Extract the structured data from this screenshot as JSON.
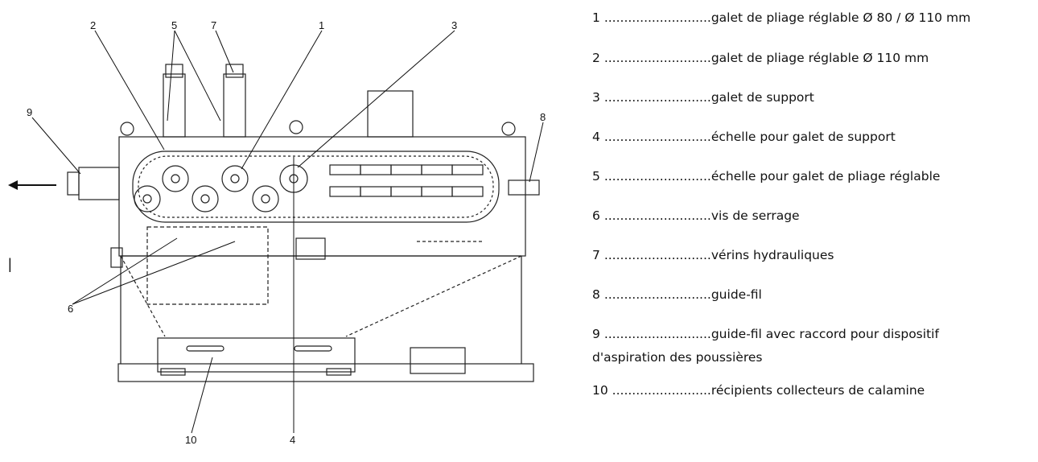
{
  "diagram": {
    "callouts": [
      "2",
      "5",
      "7",
      "1",
      "3",
      "9",
      "8",
      "6",
      "10",
      "4"
    ],
    "side_mark": "|"
  },
  "legend": [
    {
      "num": "1",
      "dots": "...........................",
      "label": "galet de pliage réglable Ø 80 / Ø 110 mm"
    },
    {
      "num": "2",
      "dots": "...........................",
      "label": "galet de pliage réglable Ø 110 mm"
    },
    {
      "num": "3",
      "dots": "...........................",
      "label": "galet de support"
    },
    {
      "num": "4",
      "dots": "...........................",
      "label": "échelle pour galet de support"
    },
    {
      "num": "5",
      "dots": "...........................",
      "label": "échelle pour galet de pliage réglable"
    },
    {
      "num": "6",
      "dots": "...........................",
      "label": "vis de serrage"
    },
    {
      "num": "7",
      "dots": "...........................",
      "label": "vérins hydrauliques"
    },
    {
      "num": "8",
      "dots": "...........................",
      "label": "guide-fil"
    },
    {
      "num": "9",
      "dots": "...........................",
      "label": "guide-fil avec raccord pour dispositif",
      "continuation": "d'aspiration des poussières"
    },
    {
      "num": "10",
      "dots": ".........................",
      "label": "récipients collecteurs de calamine"
    }
  ]
}
